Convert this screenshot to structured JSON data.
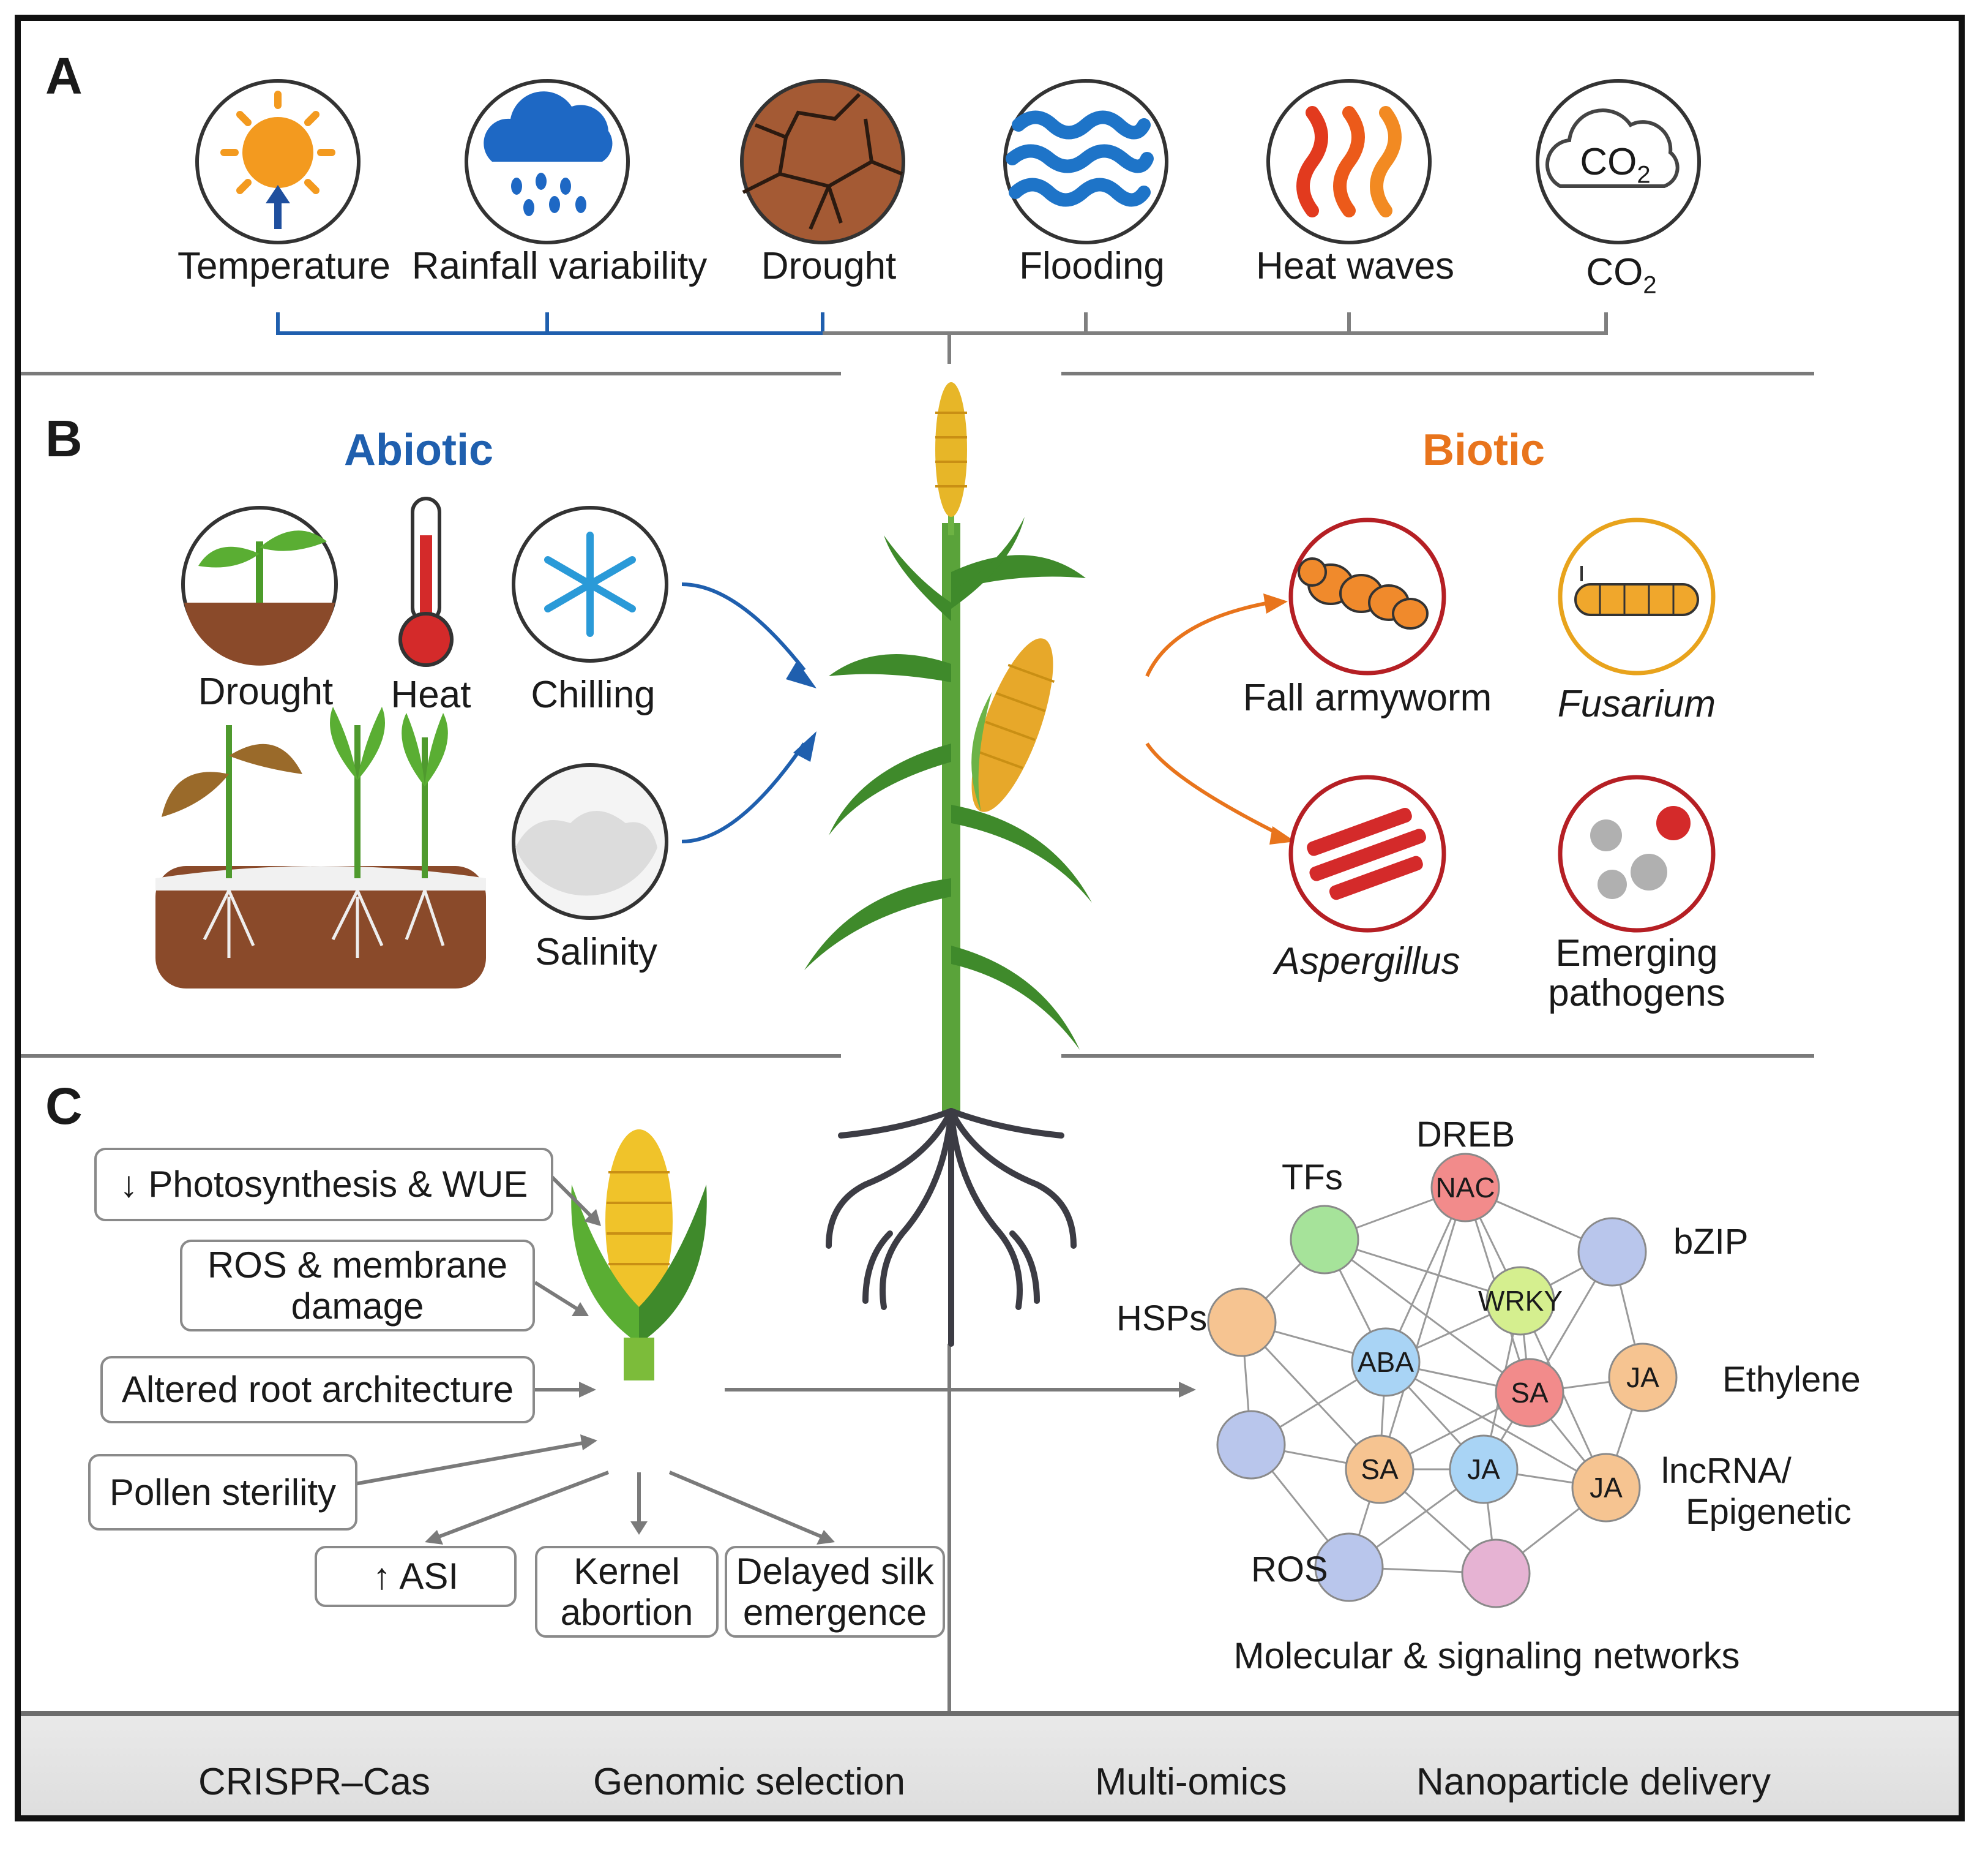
{
  "panels": {
    "a": "A",
    "b": "B",
    "c": "C"
  },
  "climate_factors": [
    {
      "label": "Temperature",
      "icon": "sun-rising-temperature-icon"
    },
    {
      "label": "Rainfall variability",
      "icon": "rain-cloud-icon"
    },
    {
      "label": "Drought",
      "icon": "cracked-soil-icon"
    },
    {
      "label": "Flooding",
      "icon": "water-waves-icon"
    },
    {
      "label": "Heat waves",
      "icon": "heat-waves-icon"
    },
    {
      "label": "CO",
      "sub": "2",
      "icon": "co2-cloud-icon",
      "icon_text": "CO",
      "icon_sub": "2"
    }
  ],
  "stress": {
    "abiotic_title": "Abiotic",
    "biotic_title": "Biotic",
    "abiotic": [
      {
        "label": "Drought",
        "icon": "seedling-soil-icon"
      },
      {
        "label": "Heat",
        "icon": "thermometer-icon"
      },
      {
        "label": "Chilling",
        "icon": "snowflake-icon"
      },
      {
        "label": "Salinity",
        "icon": "salt-crust-icon"
      }
    ],
    "biotic": [
      {
        "label": "Fall armyworm",
        "icon": "armyworm-icon"
      },
      {
        "label": "Fusarium",
        "icon": "fusarium-icon"
      },
      {
        "label": "Aspergillus",
        "icon": "aspergillus-icon"
      },
      {
        "label": "Emerging",
        "label2": "pathogens",
        "icon": "pathogen-spores-icon"
      }
    ]
  },
  "effects": {
    "inputs": [
      {
        "label": "↓ Photosynthesis & WUE"
      },
      {
        "label": "ROS & membrane",
        "label2": "damage"
      },
      {
        "label": "Altered root architecture"
      },
      {
        "label": "Pollen sterility"
      }
    ],
    "outputs": [
      {
        "label": "↑ ASI"
      },
      {
        "label": "Kernel",
        "label2": "abortion"
      },
      {
        "label": "Delayed silk",
        "label2": "emergence"
      }
    ]
  },
  "network": {
    "caption": "Molecular & signaling networks",
    "labels": {
      "dreb": "DREB",
      "tfs": "TFs",
      "bzip": "bZIP",
      "hsps": "HSPs",
      "ethylene": "Ethylene",
      "lncrna": "lncRNA/",
      "epigenetic": "Epigenetic",
      "ros": "ROS"
    },
    "nodes": [
      {
        "id": "nac",
        "text": "NAC",
        "color": "#f28b8b"
      },
      {
        "id": "tfs",
        "text": "",
        "color": "#a6e39a"
      },
      {
        "id": "bzip",
        "text": "",
        "color": "#b9c6ec"
      },
      {
        "id": "wrky",
        "text": "WRKY",
        "color": "#d5ef8f"
      },
      {
        "id": "hsps",
        "text": "",
        "color": "#f6c491"
      },
      {
        "id": "aba",
        "text": "ABA",
        "color": "#a9d4f5"
      },
      {
        "id": "sa1",
        "text": "SA",
        "color": "#f28b8b"
      },
      {
        "id": "ja1",
        "text": "JA",
        "color": "#f6c491"
      },
      {
        "id": "blue2",
        "text": "",
        "color": "#b9c6ec"
      },
      {
        "id": "sa2",
        "text": "SA",
        "color": "#f6c491"
      },
      {
        "id": "ja2",
        "text": "JA",
        "color": "#a9d4f5"
      },
      {
        "id": "ja3",
        "text": "JA",
        "color": "#f6c491"
      },
      {
        "id": "ros",
        "text": "",
        "color": "#b9c6ec"
      },
      {
        "id": "pink",
        "text": "",
        "color": "#e6b3d3"
      }
    ]
  },
  "tools": [
    {
      "label": "CRISPR–Cas",
      "icon": "crispr-scissors-icon"
    },
    {
      "label": "Genomic selection",
      "icon": "dna-helix-icon"
    },
    {
      "label": "Multi-omics",
      "icon": "multi-omics-dna-icon"
    },
    {
      "label": "Nanoparticle delivery",
      "icon": "nanoparticle-icon"
    }
  ],
  "colors": {
    "blue_accent": "#1f5fae",
    "orange_accent": "#e8741c",
    "stalk_green": "#4f9a2e",
    "root_gray": "#3c3c44"
  }
}
